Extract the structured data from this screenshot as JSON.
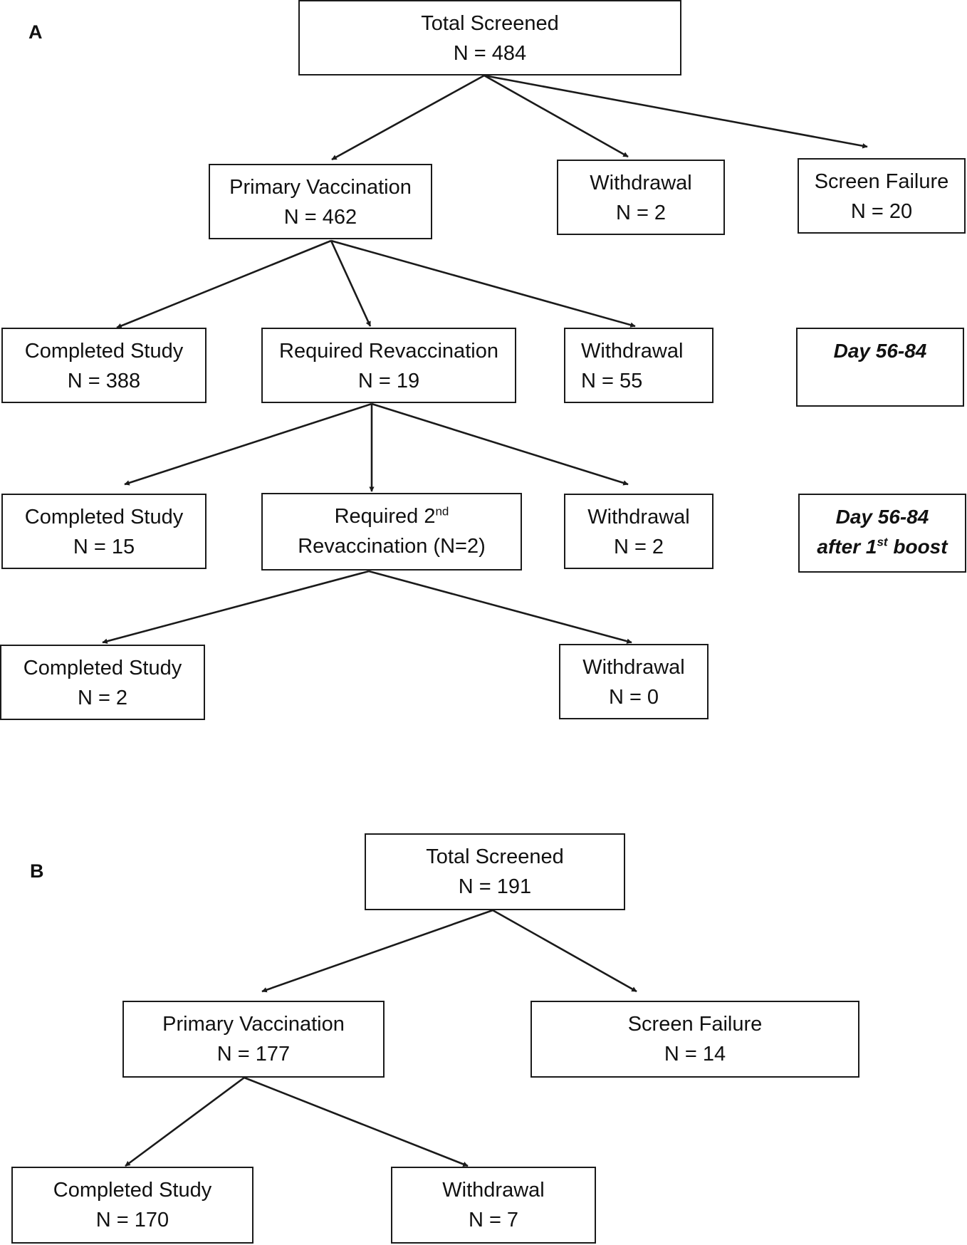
{
  "panel_a": {
    "label": "A",
    "total_screened": {
      "title": "Total Screened",
      "count": "N = 484"
    },
    "primary_vaccination": {
      "title": "Primary Vaccination",
      "count": "N = 462"
    },
    "withdrawal_pre": {
      "title": "Withdrawal",
      "count": "N = 2"
    },
    "screen_failure": {
      "title": "Screen Failure",
      "count": "N = 20"
    },
    "completed_1": {
      "title": "Completed Study",
      "count": "N = 388"
    },
    "required_revaccination": {
      "title": "Required Revaccination",
      "count": "N = 19"
    },
    "withdrawal_1": {
      "title": "Withdrawal",
      "count": "N = 55"
    },
    "note_1": {
      "text": "Day 56-84"
    },
    "completed_2": {
      "title": "Completed Study",
      "count": "N = 15"
    },
    "required_2nd": {
      "title_prefix": "Required 2",
      "title_sup": "nd",
      "line2": "Revaccination (N=2)"
    },
    "withdrawal_2": {
      "title": "Withdrawal",
      "count": "N = 2"
    },
    "note_2": {
      "line1": "Day 56-84",
      "line2_prefix": "after 1",
      "line2_sup": "st",
      "line2_suffix": " boost"
    },
    "completed_3": {
      "title": "Completed Study",
      "count": "N = 2"
    },
    "withdrawal_3": {
      "title": "Withdrawal",
      "count": "N = 0"
    }
  },
  "panel_b": {
    "label": "B",
    "total_screened": {
      "title": "Total Screened",
      "count": "N = 191"
    },
    "primary_vaccination": {
      "title": "Primary Vaccination",
      "count": "N = 177"
    },
    "screen_failure": {
      "title": "Screen Failure",
      "count": "N = 14"
    },
    "completed": {
      "title": "Completed Study",
      "count": "N = 170"
    },
    "withdrawal": {
      "title": "Withdrawal",
      "count": "N = 7"
    }
  },
  "colors": {
    "line": "#1a1a1a",
    "background": "#ffffff"
  }
}
